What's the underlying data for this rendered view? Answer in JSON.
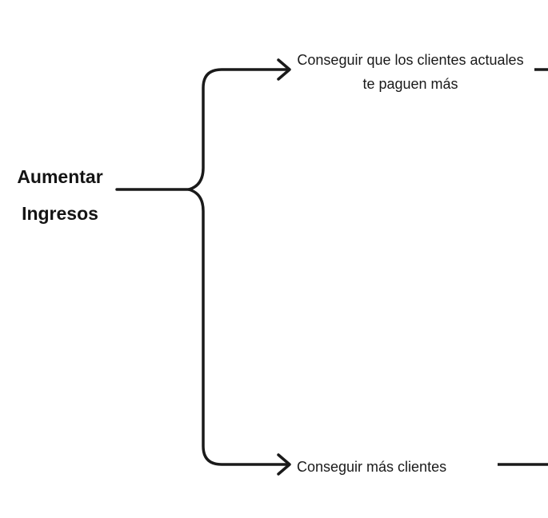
{
  "root": {
    "label": "Aumentar Ingresos"
  },
  "branches": [
    {
      "label": "Conseguir que los clientes actuales te paguen más"
    },
    {
      "label": "Conseguir más clientes"
    }
  ],
  "colors": {
    "line": "#1a1a1a",
    "text": "#1a1a1a",
    "background": "#ffffff"
  }
}
